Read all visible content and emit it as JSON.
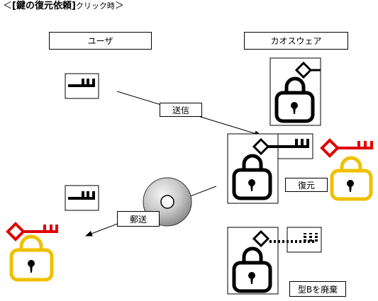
{
  "title": {
    "prefix": "＜",
    "bold": "[鍵の復元依頼]",
    "normal": "クリック時",
    "suffix": "＞"
  },
  "actors": {
    "user": "ユーザ",
    "vendor": "カオスウェア"
  },
  "labels": {
    "send": "送信",
    "restore": "復元",
    "mail": "郵送",
    "discard": "型Bを廃棄"
  },
  "colors": {
    "red_key": "#e00000",
    "yellow_lock": "#f0c000",
    "black": "#000000",
    "disc_gray": "#b8b8b8"
  }
}
